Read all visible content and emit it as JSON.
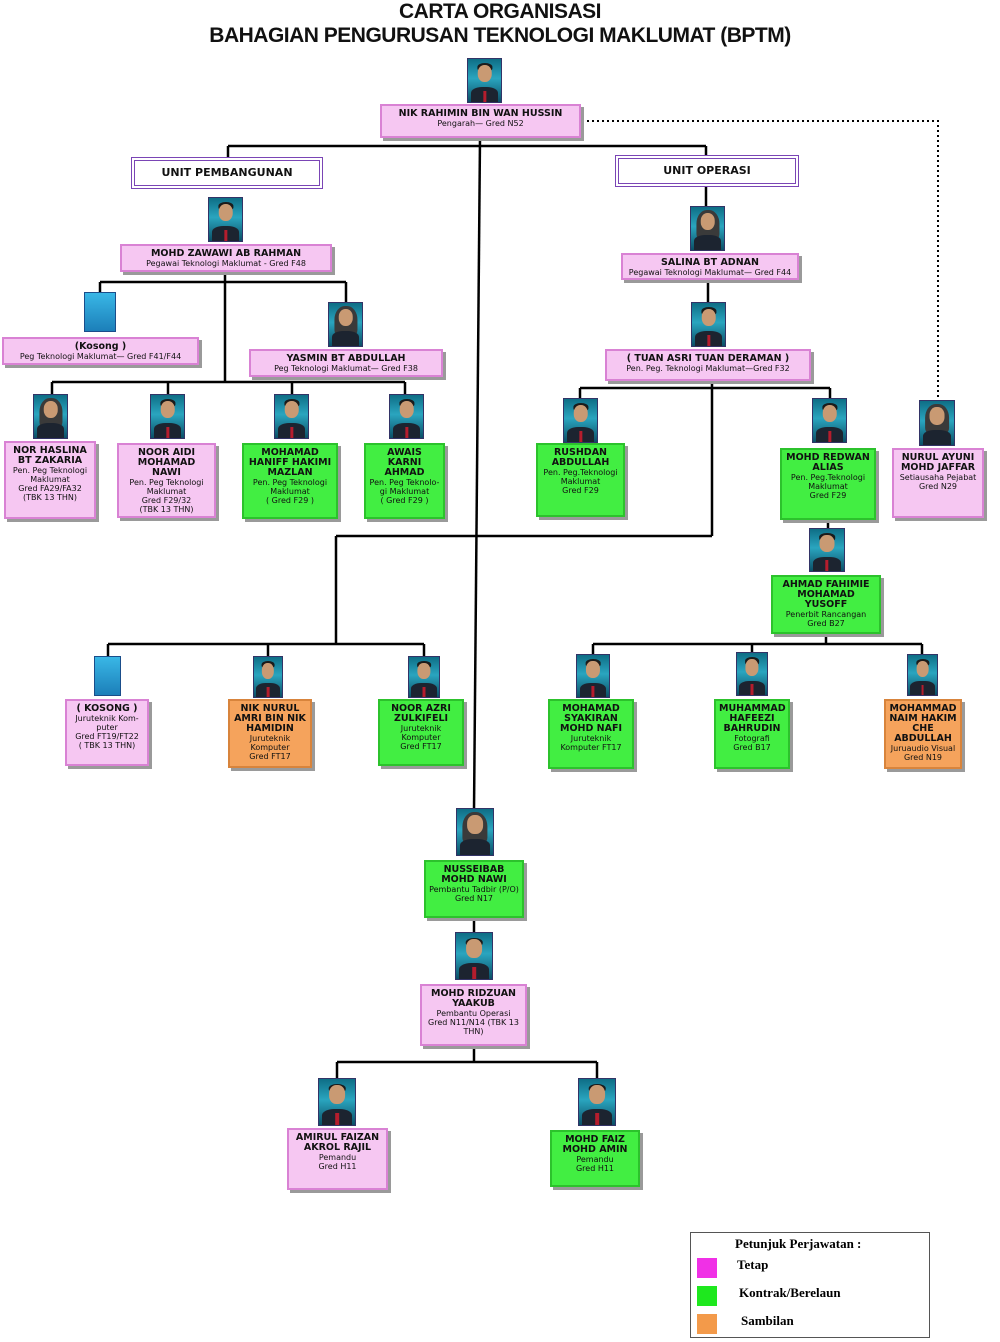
{
  "header": {
    "title": "CARTA ORGANISASI",
    "subtitle": "BAHAGIAN PENGURUSAN TEKNOLOGI MAKLUMAT (BPTM)"
  },
  "colors": {
    "tetap": "#f6c7f2",
    "kontrak": "#42ee42",
    "sambilan": "#f5a35c",
    "unit_border": "#7a45b5"
  },
  "units": {
    "pembangunan": "UNIT PEMBANGUNAN",
    "operasi": "UNIT OPERASI"
  },
  "people": {
    "director": {
      "name": "NIK RAHIMIN BIN WAN HUSSIN",
      "l1": "Pengarah— Gred N52"
    },
    "zawawi": {
      "name": "MOHD ZAWAWI AB RAHMAN",
      "l1": "Pegawai Teknologi Maklumat - Gred F48"
    },
    "kosong1": {
      "name": "(Kosong )",
      "l1": "Peg Teknologi  Maklumat— Gred F41/F44"
    },
    "yasmin": {
      "name": "YASMIN BT ABDULLAH",
      "l1": "Peg Teknologi  Maklumat— Gred F38"
    },
    "haslina": {
      "name": "NOR HASLINA BT ZAKARIA",
      "l1": "Pen. Peg Teknologi",
      "l2": "Maklumat",
      "l3": "Gred FA29/FA32",
      "l4": "(TBK 13 THN)"
    },
    "aidi": {
      "name": "NOOR AIDI MOHAMAD NAWI",
      "l1": "Pen. Peg Teknologi",
      "l2": "Maklumat",
      "l3": "Gred F29/32",
      "l4": "(TBK 13 THN)"
    },
    "haniff": {
      "name": "MOHAMAD HANIFF HAKIMI MAZLAN",
      "l1": "Pen. Peg Teknologi",
      "l2": "Maklumat",
      "l3": "( Gred F29 )"
    },
    "awais": {
      "name": "AWAIS KARNI AHMAD",
      "l1": "Pen. Peg Teknolo-",
      "l2": "gi Maklumat",
      "l3": "( Gred F29 )"
    },
    "salina": {
      "name": "SALINA BT ADNAN",
      "l1": "Pegawai Teknologi Maklumat— Gred F44"
    },
    "asri": {
      "name": "( TUAN ASRI TUAN DERAMAN )",
      "l1": "Pen. Peg. Teknologi Maklumat—Gred F32"
    },
    "rushdan": {
      "name": "RUSHDAN ABDULLAH",
      "l1": "Pen. Peg.Teknologi",
      "l2": "Maklumat",
      "l3": "Gred F29"
    },
    "redwan": {
      "name": "MOHD REDWAN ALIAS",
      "l1": "Pen. Peg.Teknologi",
      "l2": "Maklumat",
      "l3": "Gred F29"
    },
    "ayuni": {
      "name": "NURUL AYUNI MOHD JAFFAR",
      "l1": "Setiausaha Pejabat",
      "l2": "Gred N29"
    },
    "fahimie": {
      "name": "AHMAD FAHIMIE MOHAMAD YUSOFF",
      "l1": "Penerbit Rancangan",
      "l2": "Gred B27"
    },
    "kosong2": {
      "name": "( KOSONG )",
      "l1": "Juruteknik Kom-",
      "l2": "puter",
      "l3": "Gred FT19/FT22",
      "l4": "( TBK 13 THN)"
    },
    "nurul_amri": {
      "name": "NIK NURUL AMRI BIN NIK HAMIDIN",
      "l1": "Juruteknik",
      "l2": "Komputer",
      "l3": "Gred FT17"
    },
    "azri": {
      "name": "NOOR AZRI ZULKIFELI",
      "l1": "Juruteknik",
      "l2": "Komputer",
      "l3": "Gred FT17"
    },
    "syakiran": {
      "name": "MOHAMAD SYAKIRAN MOHD NAFI",
      "l1": "Juruteknik",
      "l2": "Komputer  FT17"
    },
    "hafeezi": {
      "name": "MUHAMMAD HAFEEZI BAHRUDIN",
      "l1": "Fotografi",
      "l2": "Gred B17"
    },
    "naim": {
      "name": "MOHAMMAD NAIM HAKIM CHE ABDULLAH",
      "l1": "Juruaudio Visual",
      "l2": "Gred N19"
    },
    "nusseibab": {
      "name": "NUSSEIBAB MOHD NAWI",
      "l1": "Pembantu Tadbir (P/O)",
      "l2": "Gred N17"
    },
    "ridzuan": {
      "name": "MOHD RIDZUAN YAAKUB",
      "l1": "Pembantu Operasi",
      "l2": "Gred N11/N14 (TBK 13",
      "l3": "THN)"
    },
    "amirul": {
      "name": "AMIRUL FAIZAN AKROL RAJIL",
      "l1": "Pemandu",
      "l2": "Gred H11"
    },
    "faiz": {
      "name": "MOHD FAIZ MOHD AMIN",
      "l1": "Pemandu",
      "l2": "Gred H11"
    }
  },
  "legend": {
    "title": "Petunjuk  Perjawatan :",
    "items": [
      {
        "label": "Tetap",
        "color": "#f030e6"
      },
      {
        "label": "Kontrak/Berelaun",
        "color": "#1ee81e"
      },
      {
        "label": "Sambilan",
        "color": "#f39a4a"
      }
    ]
  }
}
